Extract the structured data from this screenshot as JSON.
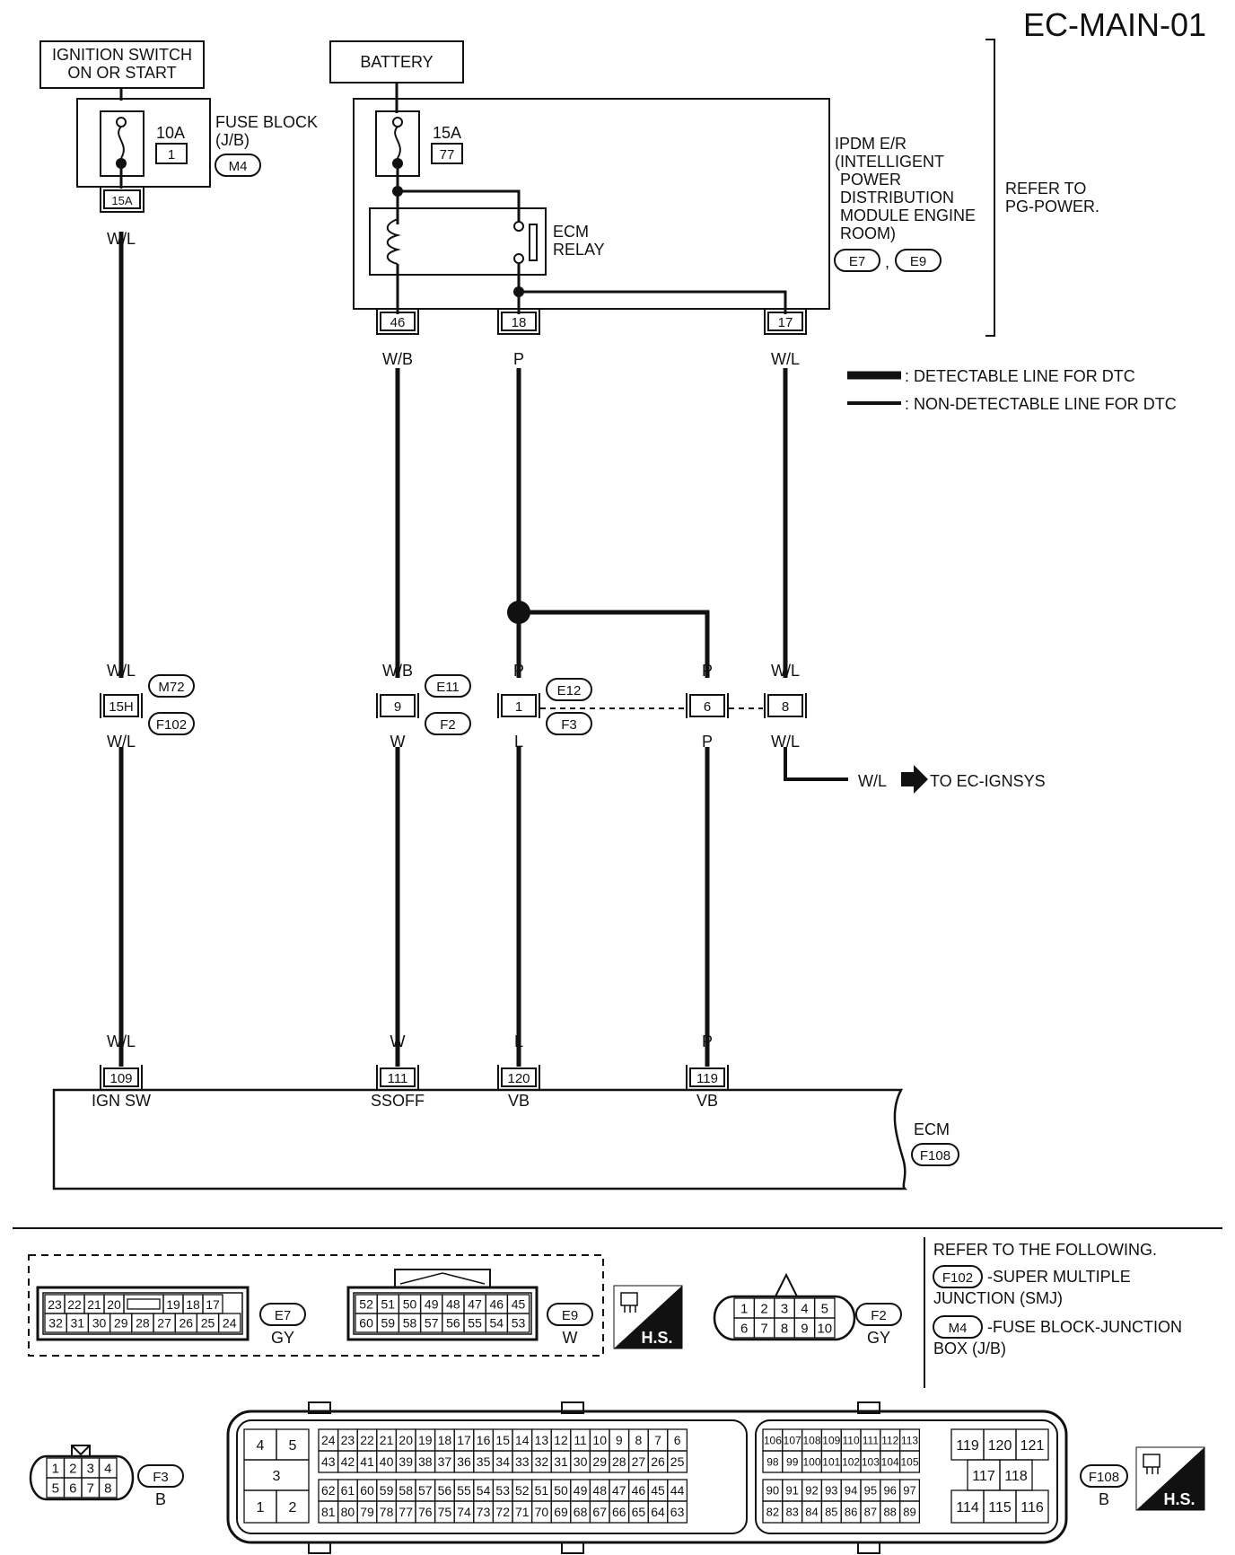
{
  "title": "EC-MAIN-01",
  "sources": {
    "ignition": [
      "IGNITION SWITCH",
      "ON OR START"
    ],
    "battery": "BATTERY"
  },
  "fuse_block": {
    "fuse_rating": "10A",
    "fuse_no": "1",
    "label": [
      "FUSE BLOCK",
      "(J/B)"
    ],
    "connector": "M4",
    "terminal": "15A"
  },
  "ipdm": {
    "fuse_rating": "15A",
    "fuse_no": "77",
    "relay_label": [
      "ECM",
      "RELAY"
    ],
    "label": [
      "IPDM E/R",
      "(INTELLIGENT",
      "POWER",
      "DISTRIBUTION",
      "MODULE ENGINE",
      "ROOM)"
    ],
    "connectors": [
      "E7",
      "E9"
    ],
    "separator": ",",
    "terminals": [
      "46",
      "18",
      "17"
    ],
    "refer": [
      "REFER TO",
      "PG-POWER."
    ]
  },
  "legend": [
    ": DETECTABLE LINE FOR DTC",
    ": NON-DETECTABLE LINE FOR DTC"
  ],
  "wires": {
    "w1_top": "W/L",
    "w2_top": "W/B",
    "w3_top": "P",
    "w4_top": "W/L",
    "w1_mid_upper": "W/L",
    "w2_mid_upper": "W/B",
    "w3_mid_upper": "P",
    "w3b_mid_upper": "P",
    "w4_mid_upper": "W/L",
    "w1_mid_lower": "W/L",
    "w2_mid_lower": "W",
    "w3_mid_lower": "L",
    "w3b_mid_lower": "P",
    "w4_mid_lower": "W/L",
    "w1_bot": "W/L",
    "w2_bot": "W",
    "w3_bot": "L",
    "w3b_bot": "P",
    "branch": "W/L",
    "branch_to": "TO EC-IGNSYS"
  },
  "junctions": {
    "j1_terminal": "15H",
    "j1_upper": "M72",
    "j1_lower": "F102",
    "j2_terminal": "9",
    "j2_upper": "E11",
    "j2_lower": "F2",
    "j3_terminal": "1",
    "j3_upper": "E12",
    "j3_lower": "F3",
    "j4_terminal": "6",
    "j5_terminal": "8"
  },
  "ecm": {
    "label": "ECM",
    "connector": "F108",
    "pins": [
      {
        "no": "109",
        "name": "IGN SW"
      },
      {
        "no": "111",
        "name": "SSOFF"
      },
      {
        "no": "120",
        "name": "VB"
      },
      {
        "no": "119",
        "name": "VB"
      }
    ]
  },
  "connectors_panel": {
    "e7": {
      "id": "E7",
      "color": "GY",
      "row1": [
        "23",
        "22",
        "21",
        "20",
        "",
        "19",
        "18",
        "17"
      ],
      "row2": [
        "32",
        "31",
        "30",
        "29",
        "28",
        "27",
        "26",
        "25",
        "24"
      ]
    },
    "e9": {
      "id": "E9",
      "color": "W",
      "row1": [
        "52",
        "51",
        "50",
        "49",
        "48",
        "47",
        "46",
        "45"
      ],
      "row2": [
        "60",
        "59",
        "58",
        "57",
        "56",
        "55",
        "54",
        "53"
      ]
    },
    "hs_label": "H.S.",
    "f2": {
      "id": "F2",
      "color": "GY",
      "row1": [
        "1",
        "2",
        "3",
        "4",
        "5"
      ],
      "row2": [
        "6",
        "7",
        "8",
        "9",
        "10"
      ]
    },
    "refer_title": "REFER TO THE FOLLOWING.",
    "refer_items": [
      {
        "conn": "F102",
        "text": "-SUPER MULTIPLE",
        "text2": "JUNCTION (SMJ)"
      },
      {
        "conn": "M4",
        "text": "-FUSE BLOCK-JUNCTION",
        "text2": "BOX (J/B)"
      }
    ],
    "f3": {
      "id": "F3",
      "color": "B",
      "row1": [
        "1",
        "2",
        "3",
        "4"
      ],
      "row2": [
        "5",
        "6",
        "7",
        "8"
      ]
    },
    "f108": {
      "id": "F108",
      "color": "B",
      "left_block": [
        "4",
        "5",
        "3",
        "1",
        "2"
      ],
      "r1a": [
        "24",
        "23",
        "22",
        "21",
        "20",
        "19",
        "18",
        "17",
        "16",
        "15",
        "14",
        "13",
        "12",
        "11",
        "10",
        "9",
        "8",
        "7",
        "6"
      ],
      "r2a": [
        "43",
        "42",
        "41",
        "40",
        "39",
        "38",
        "37",
        "36",
        "35",
        "34",
        "33",
        "32",
        "31",
        "30",
        "29",
        "28",
        "27",
        "26",
        "25"
      ],
      "r3a": [
        "62",
        "61",
        "60",
        "59",
        "58",
        "57",
        "56",
        "55",
        "54",
        "53",
        "52",
        "51",
        "50",
        "49",
        "48",
        "47",
        "46",
        "45",
        "44"
      ],
      "r4a": [
        "81",
        "80",
        "79",
        "78",
        "77",
        "76",
        "75",
        "74",
        "73",
        "72",
        "71",
        "70",
        "69",
        "68",
        "67",
        "66",
        "65",
        "64",
        "63"
      ],
      "r1b": [
        "106",
        "107",
        "108",
        "109",
        "110",
        "111",
        "112",
        "113"
      ],
      "r2b": [
        "98",
        "99",
        "100",
        "101",
        "102",
        "103",
        "104",
        "105"
      ],
      "r3b": [
        "90",
        "91",
        "92",
        "93",
        "94",
        "95",
        "96",
        "97"
      ],
      "r4b": [
        "82",
        "83",
        "84",
        "85",
        "86",
        "87",
        "88",
        "89"
      ],
      "right_top": [
        "119",
        "120",
        "121"
      ],
      "right_mid": [
        "117",
        "118"
      ],
      "right_bot": [
        "114",
        "115",
        "116"
      ]
    }
  }
}
